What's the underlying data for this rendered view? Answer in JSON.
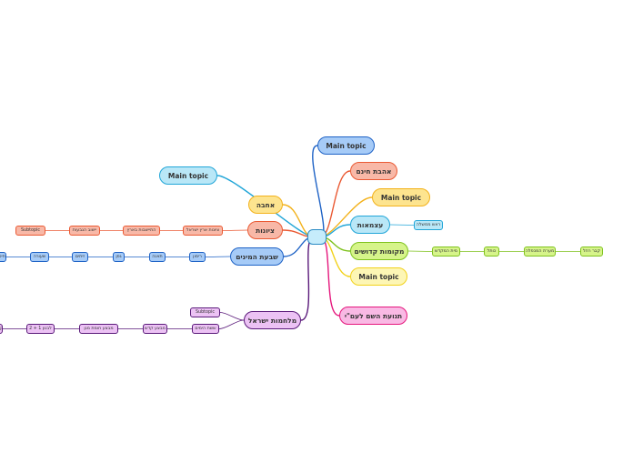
{
  "center": {
    "label": ""
  },
  "colors": {
    "blue": "#a6cbf7",
    "light_blue": "#b9e7f7",
    "yellow": "#fde48f",
    "salmon": "#f8b8a7",
    "green": "#d6f48a",
    "light_yellow": "#fdf6b5",
    "pink": "#f9b9e4",
    "purple": "#ecc2f4"
  },
  "right_topics": [
    {
      "label": "Main topic",
      "color": "blue"
    },
    {
      "label": "אהבת חינם",
      "color": "salmon"
    },
    {
      "label": "Main topic",
      "color": "yellow"
    },
    {
      "label": "עצמאות",
      "color": "light_blue",
      "children": [
        "ראש ממשלה"
      ]
    },
    {
      "label": "מקומות קדושים",
      "color": "green",
      "children": [
        "מית המקדש",
        "כותל",
        "מערת המכפלה",
        "קבר רחל"
      ]
    },
    {
      "label": "Main topic",
      "color": "light_yellow"
    },
    {
      "label": "תנועת השם לעם\"י",
      "color": "pink"
    }
  ],
  "left_topics": [
    {
      "label": "Main topic",
      "color": "light_blue"
    },
    {
      "label": "אחבה",
      "color": "yellow"
    },
    {
      "label": "ציונות",
      "color": "salmon",
      "children": [
        "ציונות ארץ ישראל",
        "התיישבות בארץ",
        "יישוב הגבעות",
        "Subtopic"
      ]
    },
    {
      "label": "שבעת המינים",
      "color": "blue",
      "children": [
        "רימון",
        "תאנה",
        "גפן",
        "זיתים",
        "שעורה",
        "חיטה"
      ]
    },
    {
      "label": "מלחמות ישראל",
      "color": "purple",
      "children": [
        "Subtopic",
        "ששת הימים",
        "מבצע קדש",
        "מבצע חומת מגן",
        "לבנון 1 + 2",
        "צוק איתן"
      ]
    }
  ]
}
